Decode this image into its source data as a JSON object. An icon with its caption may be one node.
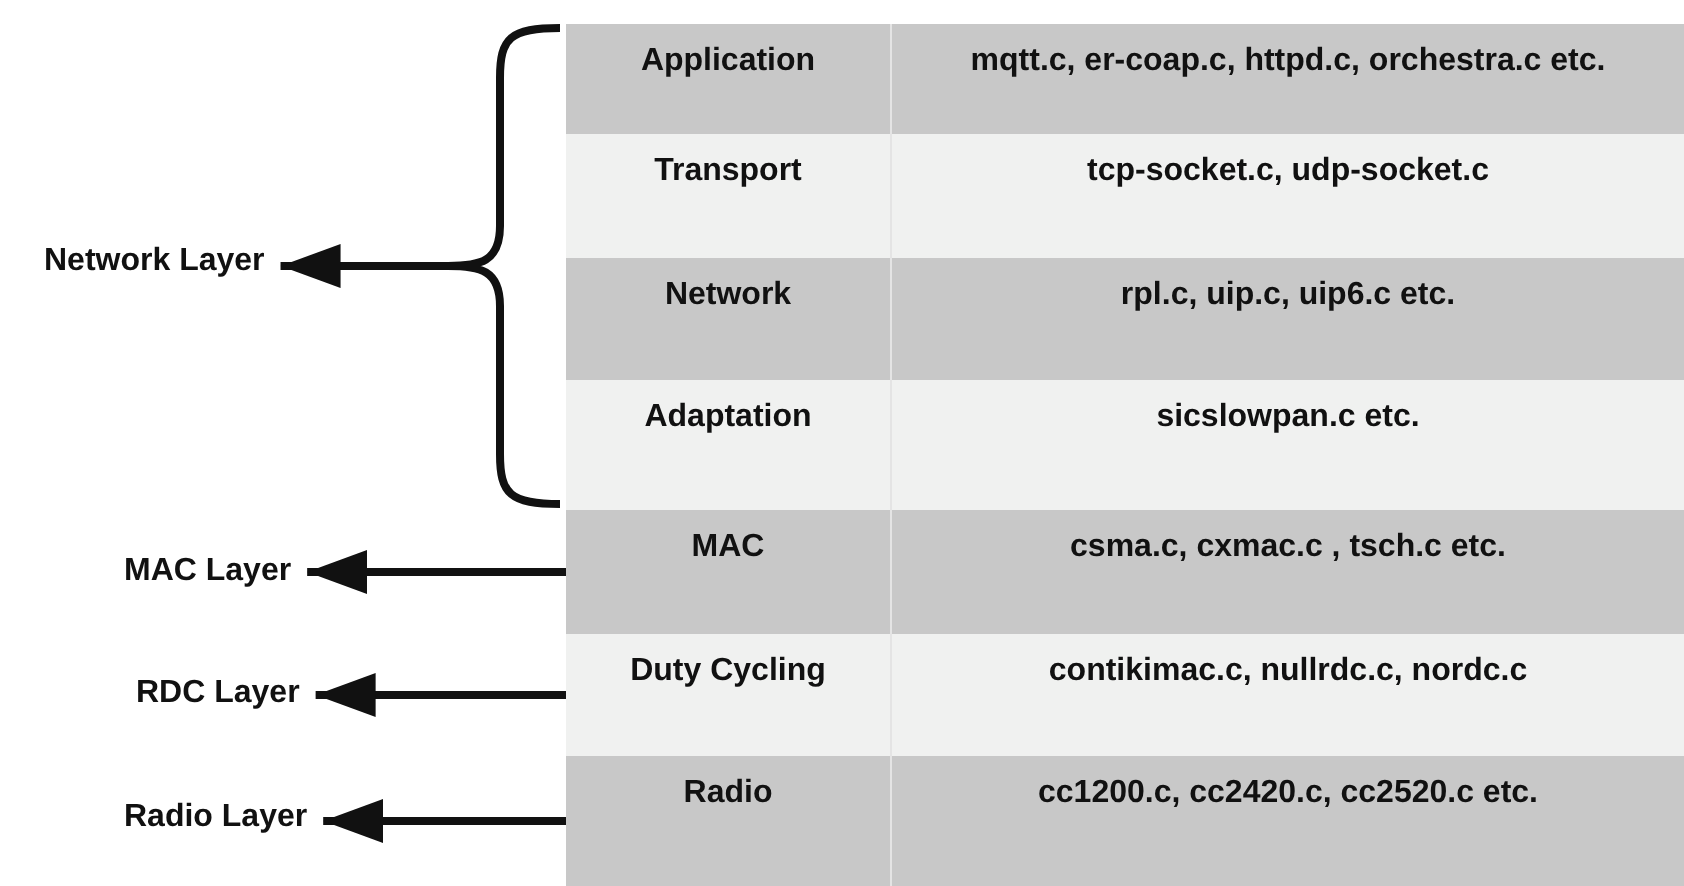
{
  "diagram": {
    "nodes": [
      {
        "text": [
          "Application",
          "mqtt.c, er-coap.c,  httpd.c,  orchestra.c etc."
        ]
      },
      {
        "text": [
          "Transport",
          "tcp-socket.c, udp-socket.c"
        ]
      },
      {
        "text": [
          "Network",
          "rpl.c, uip.c, uip6.c etc."
        ]
      },
      {
        "text": [
          "Adaptation",
          "sicslowpan.c etc."
        ]
      },
      {
        "text": [
          "MAC",
          "csma.c, cxmac.c , tsch.c etc."
        ]
      },
      {
        "text": [
          "Duty Cycling",
          "contikimac.c, nullrdc.c, nordc.c"
        ]
      },
      {
        "text": [
          "Radio",
          "cc1200.c, cc2420.c, cc2520.c etc."
        ]
      },
      {
        "text": [
          "Network Layer"
        ]
      },
      {
        "text": [
          "MAC Layer"
        ]
      },
      {
        "text": [
          "RDC Layer"
        ]
      },
      {
        "text": [
          "Radio Layer"
        ]
      },
      {
        "text": [],
        "shape": "brace"
      }
    ],
    "edges": [
      {
        "from": 11,
        "to": 7,
        "arrow": "to"
      },
      {
        "from": 4,
        "to": 8,
        "arrow": "to"
      },
      {
        "from": 5,
        "to": 9,
        "arrow": "to"
      },
      {
        "from": 6,
        "to": 10,
        "arrow": "to"
      }
    ]
  }
}
